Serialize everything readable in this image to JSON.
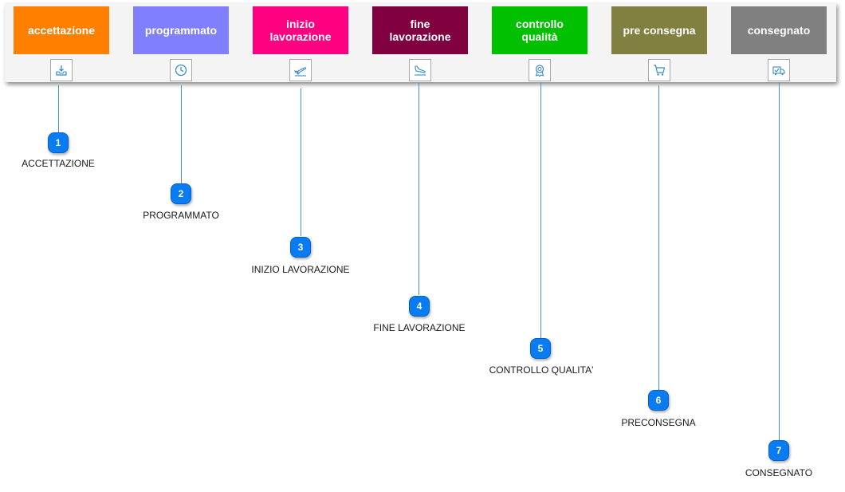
{
  "stages": [
    {
      "label": "accettazione",
      "color": "#ff8000",
      "icon": "inbox-download-icon"
    },
    {
      "label": "programmato",
      "color": "#8080ff",
      "icon": "clock-icon"
    },
    {
      "label": "inizio\nlavorazione",
      "color": "#ff0080",
      "icon": "airplane-takeoff-icon"
    },
    {
      "label": "fine\nlavorazione",
      "color": "#800040",
      "icon": "airplane-landing-icon"
    },
    {
      "label": "controllo\nqualità",
      "color": "#00c000",
      "icon": "award-badge-icon"
    },
    {
      "label": "pre consegna",
      "color": "#808040",
      "icon": "shopping-cart-icon"
    },
    {
      "label": "consegnato",
      "color": "#808080",
      "icon": "delivery-truck-icon"
    }
  ],
  "callouts": [
    {
      "number": "1",
      "caption": "ACCETTAZIONE"
    },
    {
      "number": "2",
      "caption": "PROGRAMMATO"
    },
    {
      "number": "3",
      "caption": "INIZIO LAVORAZIONE"
    },
    {
      "number": "4",
      "caption": "FINE LAVORAZIONE"
    },
    {
      "number": "5",
      "caption": "CONTROLLO QUALITA'"
    },
    {
      "number": "6",
      "caption": "PRECONSEGNA"
    },
    {
      "number": "7",
      "caption": "CONSEGNATO"
    }
  ],
  "colors": {
    "marker": "#0a7cf2",
    "connector": "#4a8fc6",
    "icon_stroke": "#3a8cc8"
  }
}
